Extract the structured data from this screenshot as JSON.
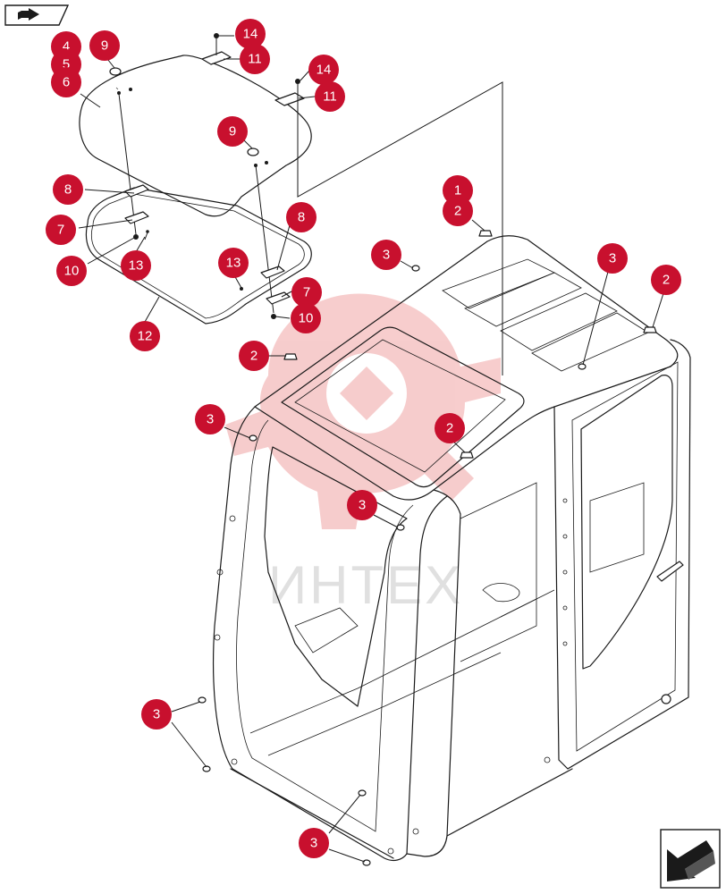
{
  "watermark": {
    "text": "ИНТЕХ",
    "color": "#e35a5a"
  },
  "colors": {
    "callout": "#c8102e",
    "line": "#1a1a1a"
  },
  "icons": {
    "top_left": "nav-arrow-icon",
    "bottom_right": "next-page-arrow-icon"
  },
  "callouts": [
    {
      "id": "c4",
      "label": "4"
    },
    {
      "id": "c5",
      "label": "5"
    },
    {
      "id": "c6",
      "label": "6"
    },
    {
      "id": "c9a",
      "label": "9"
    },
    {
      "id": "c14a",
      "label": "14"
    },
    {
      "id": "c11a",
      "label": "11"
    },
    {
      "id": "c14b",
      "label": "14"
    },
    {
      "id": "c11b",
      "label": "11"
    },
    {
      "id": "c9b",
      "label": "9"
    },
    {
      "id": "c8a",
      "label": "8"
    },
    {
      "id": "c7a",
      "label": "7"
    },
    {
      "id": "c10a",
      "label": "10"
    },
    {
      "id": "c13a",
      "label": "13"
    },
    {
      "id": "c8b",
      "label": "8"
    },
    {
      "id": "c13b",
      "label": "13"
    },
    {
      "id": "c7b",
      "label": "7"
    },
    {
      "id": "c10b",
      "label": "10"
    },
    {
      "id": "c12",
      "label": "12"
    },
    {
      "id": "c1",
      "label": "1"
    },
    {
      "id": "c2a",
      "label": "2"
    },
    {
      "id": "c3a",
      "label": "3"
    },
    {
      "id": "c3b",
      "label": "3"
    },
    {
      "id": "c2b",
      "label": "2"
    },
    {
      "id": "c2c",
      "label": "2"
    },
    {
      "id": "c3c",
      "label": "3"
    },
    {
      "id": "c2d",
      "label": "2"
    },
    {
      "id": "c3d",
      "label": "3"
    },
    {
      "id": "c3e",
      "label": "3"
    },
    {
      "id": "c3f",
      "label": "3"
    }
  ]
}
